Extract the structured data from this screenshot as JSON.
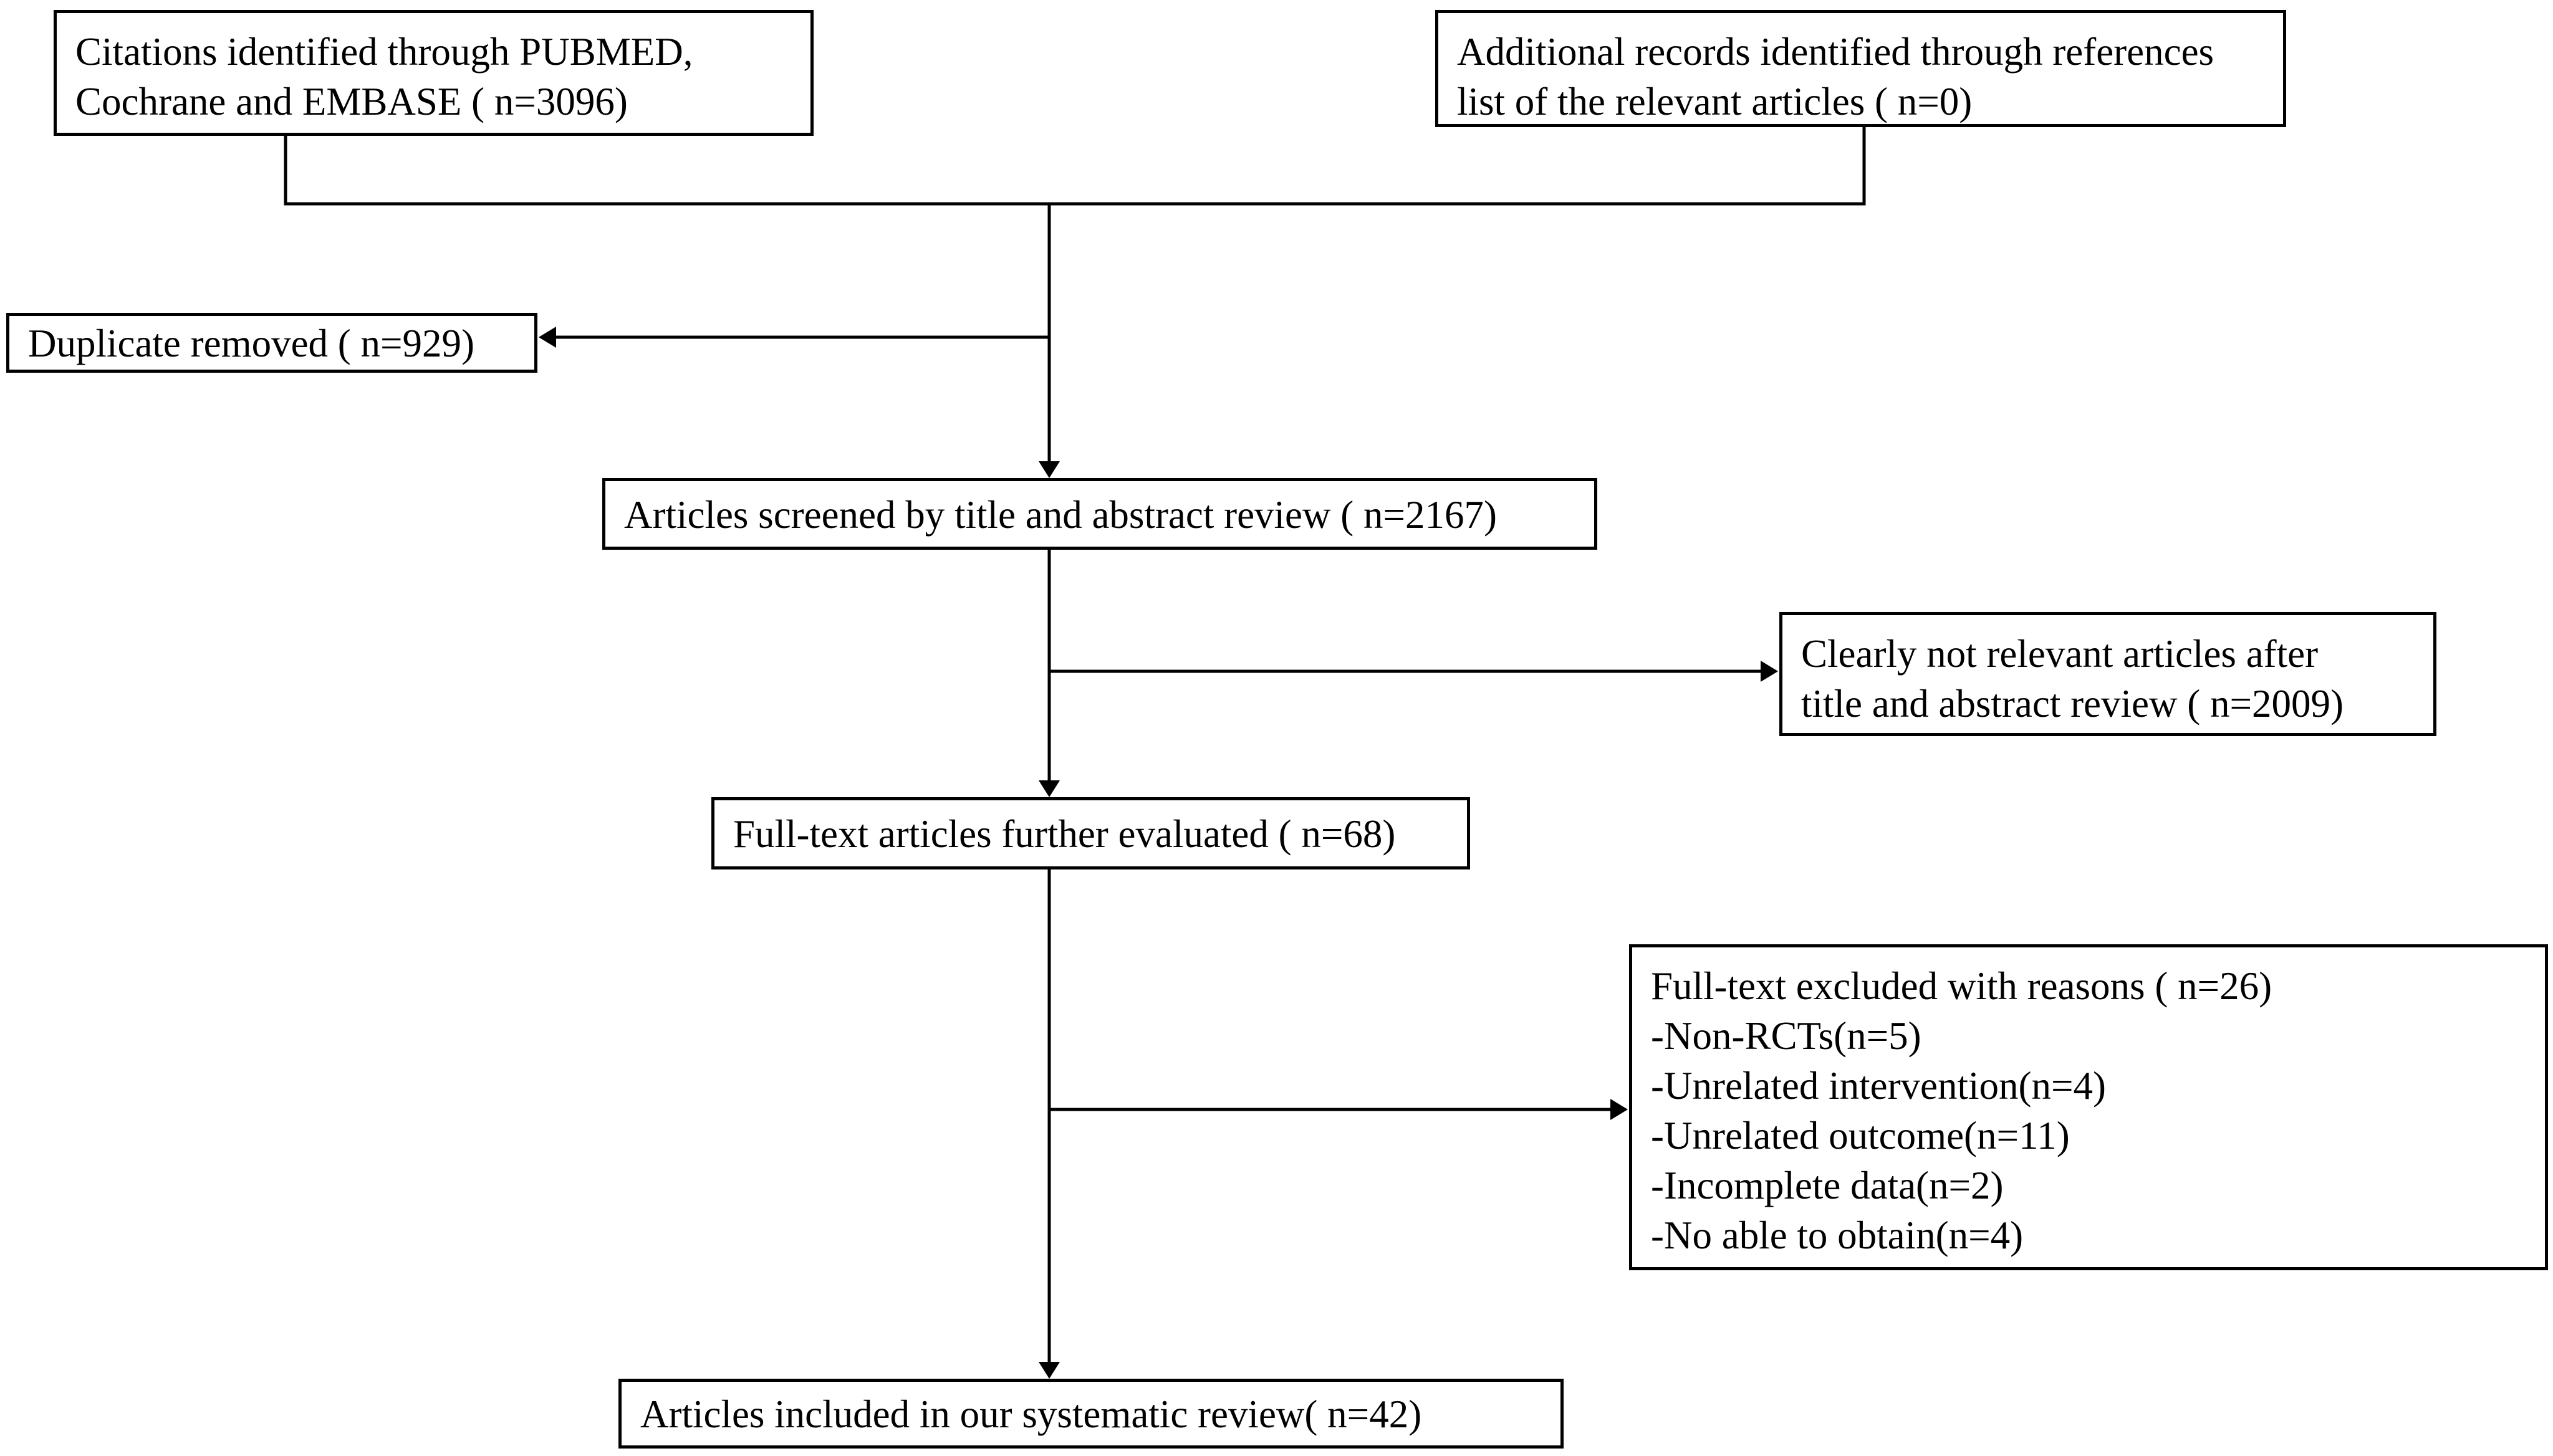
{
  "flowchart": {
    "citations": {
      "lines": [
        "Citations identified through PUBMED,",
        "Cochrane and EMBASE  ( n=3096)"
      ]
    },
    "additional": {
      "lines": [
        "Additional records identified through references",
        "list of the relevant articles ( n=0)"
      ]
    },
    "duplicate": {
      "lines": [
        "Duplicate  removed  ( n=929)"
      ]
    },
    "screened": {
      "lines": [
        "Articles screened by title and abstract review ( n=2167)"
      ]
    },
    "not_relevant": {
      "lines": [
        "Clearly not relevant articles after",
        "title and abstract review ( n=2009)"
      ]
    },
    "full_text": {
      "lines": [
        "Full-text articles further evaluated ( n=68)"
      ]
    },
    "excluded": {
      "lines": [
        "Full-text excluded with reasons ( n=26)",
        "-Non-RCTs(n=5)",
        "-Unrelated intervention(n=4)",
        "-Unrelated outcome(n=11)",
        "-Incomplete data(n=2)",
        "-No able to obtain(n=4)"
      ]
    },
    "included": {
      "lines": [
        "Articles included in our systematic review( n=42)"
      ]
    }
  },
  "colors": {
    "line": "#000000",
    "box_border": "#000000",
    "background": "#ffffff"
  }
}
